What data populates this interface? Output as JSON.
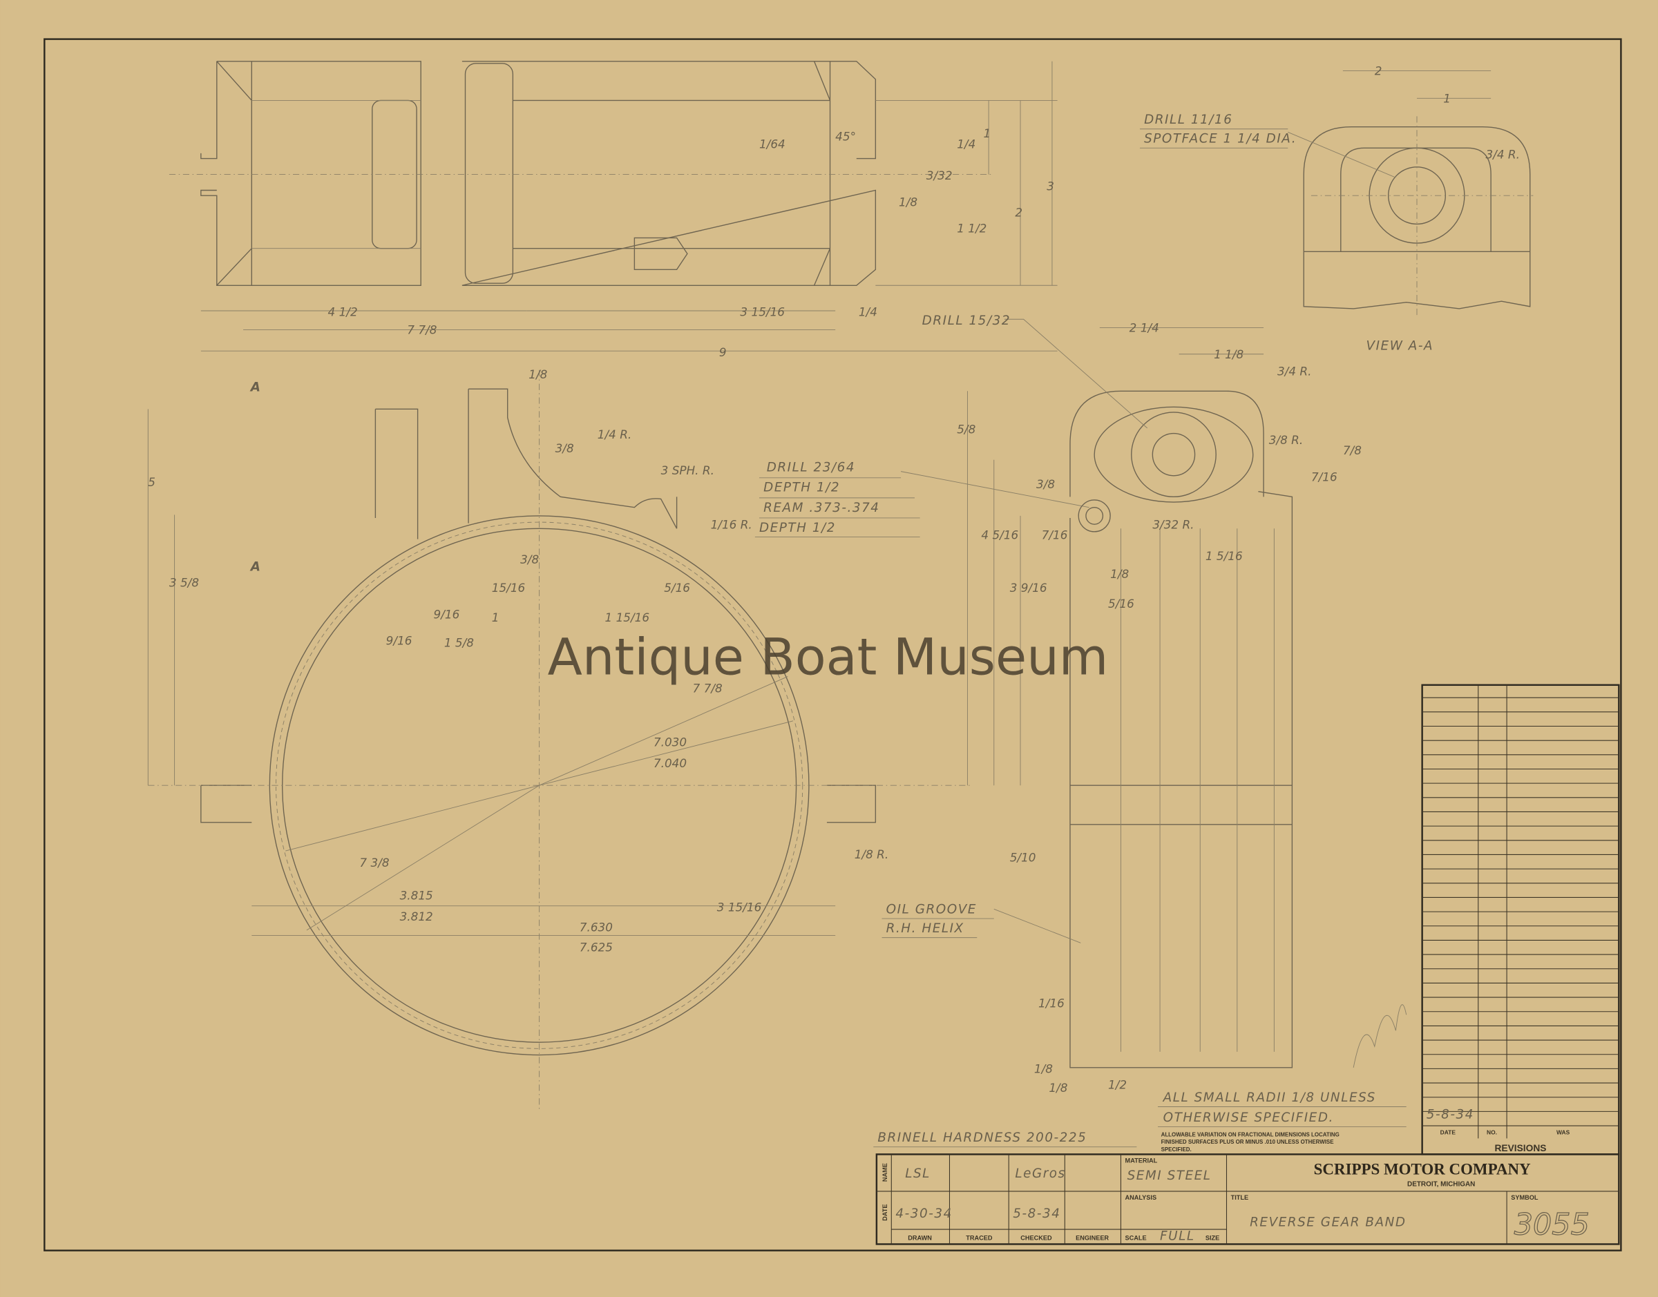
{
  "watermark": "Antique Boat Museum",
  "top_view": {
    "dims": [
      "4 1/2",
      "3 15/16",
      "7 7/8",
      "9",
      "1/4",
      "3",
      "2",
      "1",
      "1 1/2",
      "1/4",
      "45°",
      "1/64",
      "3/32",
      "1/8"
    ]
  },
  "view_aa": {
    "label": "VIEW A-A",
    "note_line1": "DRILL 11/16",
    "note_line2": "SPOTFACE 1 1/4 DIA.",
    "dims": [
      "2",
      "1",
      "3/4 R."
    ]
  },
  "front_view": {
    "section_marks": [
      "A",
      "A"
    ],
    "sph_note": "3 SPH. R.",
    "drill_note": [
      "DRILL 23/64",
      "DEPTH 1/2",
      "REAM .373-.374",
      "DEPTH 1/2"
    ],
    "dims": [
      "5",
      "3 5/8",
      "1/8",
      "3/8",
      "3/8",
      "1/4 R.",
      "15/16",
      "5/16",
      "1 15/16",
      "9/16",
      "1",
      "9/16",
      "1 5/8",
      "1/16 R.",
      "7 7/8",
      "7.030",
      "7.040",
      "7 3/8",
      "3.815",
      "3.812",
      "3 15/16",
      "7.630",
      "7.625",
      "1/8 R."
    ]
  },
  "side_view": {
    "drill_note": "DRILL 15/32",
    "oil_note": [
      "OIL GROOVE",
      "R.H. HELIX"
    ],
    "dims": [
      "2 1/4",
      "1 1/8",
      "3/4 R.",
      "5/8",
      "7/8",
      "7/16",
      "1 5/16",
      "3/8 R.",
      "7/16",
      "4 5/16",
      "3 9/16",
      "3/8",
      "1/8",
      "3/32 R.",
      "5/16",
      "5/10",
      "1/16",
      "1/8",
      "1/8",
      "1/2"
    ]
  },
  "notes": {
    "radii_line1": "ALL SMALL RADII 1/8 UNLESS",
    "radii_line2": "OTHERWISE SPECIFIED.",
    "brinell": "BRINELL HARDNESS 200-225",
    "variation": [
      "ALLOWABLE VARIATION ON FRACTIONAL DIMENSIONS LOCATING",
      "FINISHED SURFACES PLUS OR MINUS .010 UNLESS OTHERWISE",
      "SPECIFIED."
    ]
  },
  "revisions": {
    "title": "REVISIONS",
    "headers": [
      "DATE",
      "NO.",
      "WAS"
    ],
    "date_entry": "5-8-34"
  },
  "title_block": {
    "row_labels": [
      "NAME",
      "DATE"
    ],
    "columns": [
      "DRAWN",
      "TRACED",
      "CHECKED",
      "ENGINEER"
    ],
    "drawn_name": "LSL",
    "drawn_date": "4-30-34",
    "checked_name": "LeGros",
    "checked_date": "5-8-34",
    "material_label": "MATERIAL",
    "material": "SEMI STEEL",
    "analysis_label": "ANALYSIS",
    "scale_label": "SCALE",
    "scale": "FULL",
    "size_label": "SIZE",
    "company": "SCRIPPS MOTOR COMPANY",
    "location": "DETROIT, MICHIGAN",
    "title_label": "TITLE",
    "title": "REVERSE GEAR BAND",
    "symbol_label": "SYMBOL",
    "symbol": "3055"
  },
  "colors": {
    "paper": "#d6bd8b",
    "pencil": "#6e6450",
    "ink": "#2f281c"
  }
}
